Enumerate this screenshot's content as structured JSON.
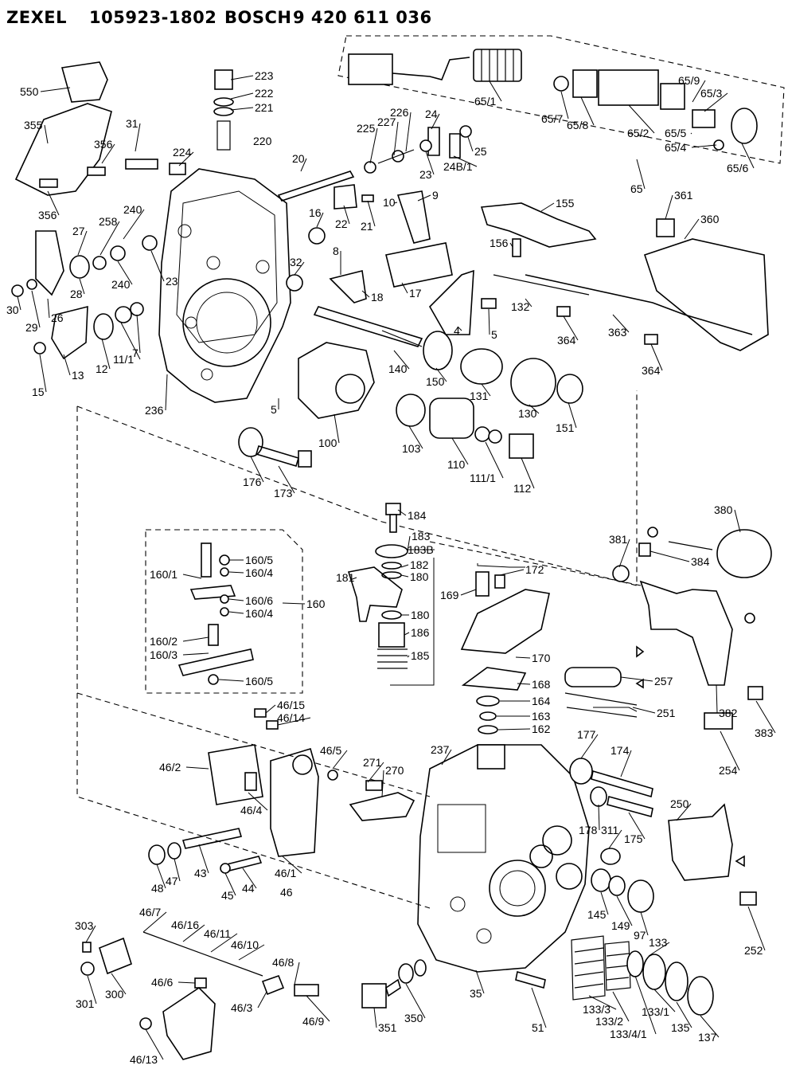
{
  "header": {
    "brand1": "ZEXEL",
    "number1": "105923-1802",
    "brand2": "BOSCH",
    "number2": "9 420 611 036"
  },
  "labels": [
    "550",
    "355",
    "356",
    "356",
    "31",
    "224",
    "223",
    "222",
    "221",
    "220",
    "20",
    "225",
    "227",
    "226",
    "24",
    "25",
    "23",
    "24B/1",
    "9",
    "10",
    "16",
    "22",
    "21",
    "65/1",
    "65/7",
    "65/8",
    "65/2",
    "65/9",
    "65/3",
    "65/5",
    "65/4",
    "65/6",
    "65",
    "27",
    "258",
    "240",
    "240",
    "23",
    "26",
    "28",
    "30",
    "29",
    "13",
    "12",
    "11/1",
    "7",
    "15",
    "236",
    "32",
    "8",
    "18",
    "17",
    "155",
    "156",
    "361",
    "360",
    "132",
    "4",
    "5",
    "364",
    "363",
    "364",
    "140",
    "150",
    "131",
    "130",
    "151",
    "5",
    "100",
    "103",
    "110",
    "111/1",
    "112",
    "176",
    "173",
    "184",
    "183",
    "183B",
    "182",
    "180",
    "181",
    "180",
    "186",
    "185",
    "169",
    "172",
    "170",
    "160/5",
    "160/1",
    "160/4",
    "160/6",
    "160",
    "160/4",
    "160/2",
    "160/3",
    "160/5",
    "380",
    "381",
    "384",
    "257",
    "168",
    "164",
    "163",
    "162",
    "251",
    "382",
    "383",
    "254",
    "46/15",
    "46/14",
    "46/2",
    "46/5",
    "46/4",
    "271",
    "270",
    "237",
    "177",
    "174",
    "250",
    "178",
    "311",
    "175",
    "48",
    "47",
    "43",
    "44",
    "45",
    "46/1",
    "46",
    "145",
    "149",
    "97",
    "303",
    "46/7",
    "46/16",
    "46/11",
    "46/10",
    "301",
    "300",
    "46/8",
    "46/6",
    "46/3",
    "46/9",
    "46/13",
    "351",
    "350",
    "35",
    "51",
    "133",
    "133/3",
    "133/2",
    "133/4/1",
    "133/1",
    "135",
    "137",
    "252"
  ]
}
